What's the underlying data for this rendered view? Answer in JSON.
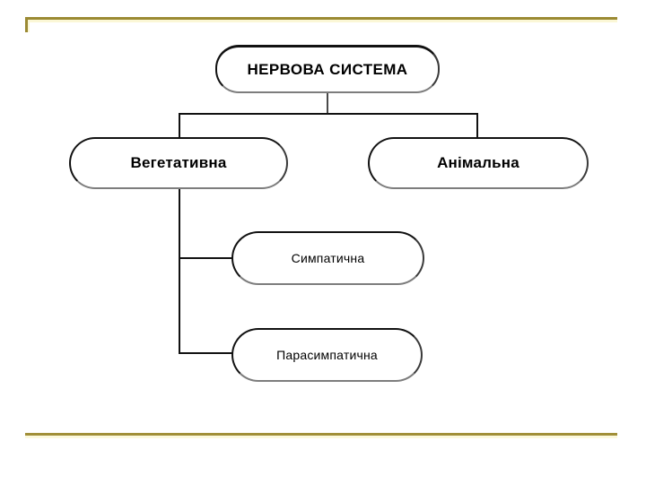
{
  "slide": {
    "background_color": "#ffffff",
    "frame_color": "#9b8a33",
    "frame_highlight_color": "#fbf7d6",
    "line_color": "#111111"
  },
  "diagram": {
    "type": "hierarchy-tree",
    "root": {
      "id": "nervous-system",
      "label": "НЕРВОВА СИСТЕМА"
    },
    "level2": [
      {
        "id": "vegetative",
        "label": "Вегетативна"
      },
      {
        "id": "animal",
        "label": "Анімальна"
      }
    ],
    "level3": [
      {
        "id": "sympathetic",
        "label": "Симпатична",
        "parent": "vegetative"
      },
      {
        "id": "parasympathetic",
        "label": "Парасимпатична",
        "parent": "vegetative"
      }
    ]
  }
}
